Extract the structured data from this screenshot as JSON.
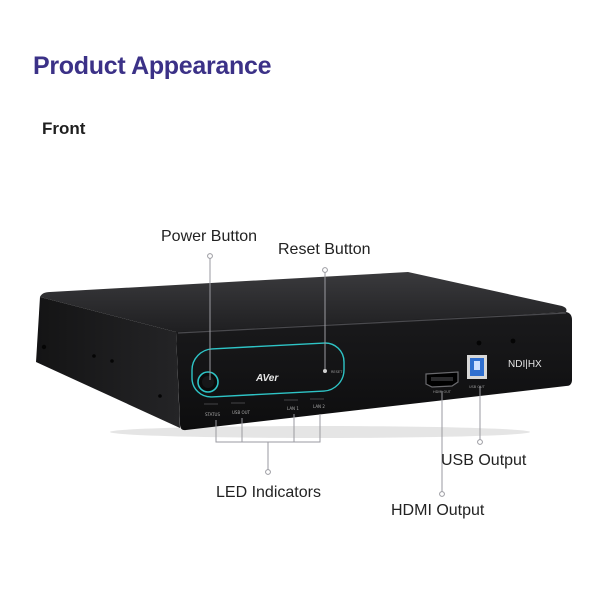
{
  "header": {
    "title": "Product Appearance"
  },
  "section": {
    "title": "Front"
  },
  "callouts": {
    "power_button": "Power Button",
    "reset_button": "Reset Button",
    "led_indicators": "LED Indicators",
    "usb_output": "USB Output",
    "hdmi_output": "HDMI Output"
  },
  "device": {
    "brand": "AVer",
    "ndi_logo": "NDI|HX",
    "led_labels": [
      "STATUS",
      "USB OUT",
      "LAN 1",
      "LAN 2"
    ],
    "reset_label": "RESET",
    "hdmi_port_label": "HDMI OUT",
    "usb_port_label": "USB OUT"
  },
  "colors": {
    "title": "#3b3187",
    "panel_outline": "#2ec4c6",
    "usb_port": "#2f6fd0",
    "leader_line": "#9a9aa0"
  }
}
